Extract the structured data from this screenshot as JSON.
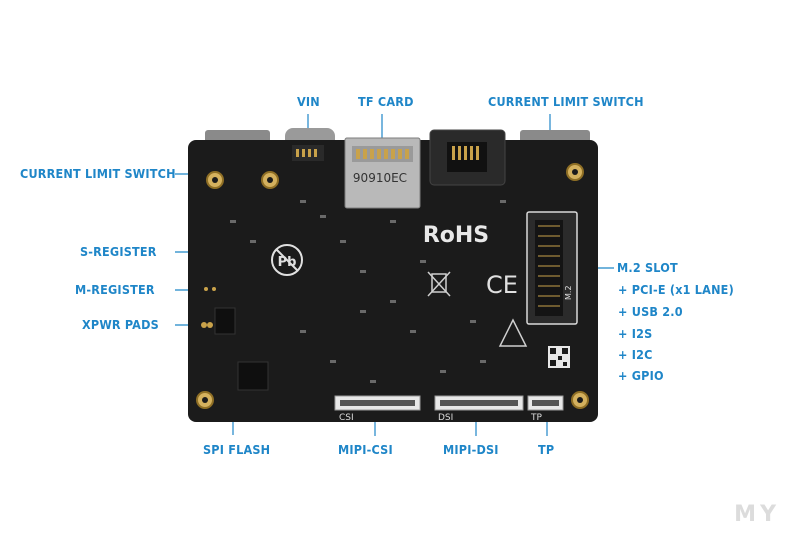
{
  "labels": {
    "vin": "VIN",
    "tf_card": "TF CARD",
    "current_limit_top": "CURRENT LIMIT SWITCH",
    "current_limit_left": "CURRENT LIMIT SWITCH",
    "s_register": "S-REGISTER",
    "m_register": "M-REGISTER",
    "xpwr_pads": "XPWR PADS",
    "spi_flash": "SPI FLASH",
    "mipi_csi": "MIPI-CSI",
    "mipi_dsi": "MIPI-DSI",
    "tp": "TP",
    "m2_slot": "M.2 SLOT",
    "m2_features": [
      "+ PCI-E (x1 LANE)",
      "+ USB 2.0",
      "+ I2S",
      "+ I2C",
      "+ GPIO"
    ]
  },
  "board": {
    "silkscreen_rohs": "RoHS",
    "silkscreen_ce": "CE",
    "silkscreen_csi": "CSI",
    "silkscreen_dsi": "DSI",
    "silkscreen_tp": "TP",
    "silkscreen_m2": "M.2",
    "sd_marking": "90910EC",
    "pb_symbol": "Pb"
  },
  "watermark": "MY",
  "colors": {
    "label": "#1f86c8",
    "board": "#1b1b1b",
    "pad": "#c9a24a"
  }
}
